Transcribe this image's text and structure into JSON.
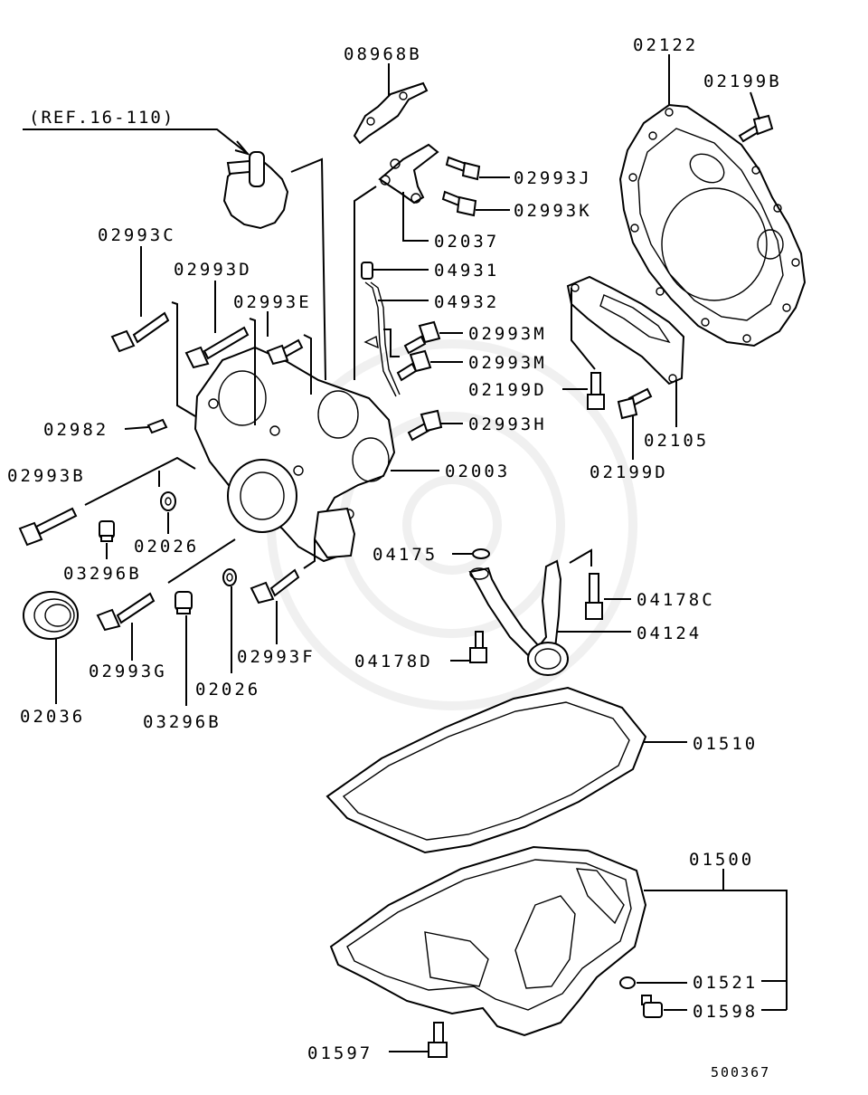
{
  "diagram": {
    "reference_label": "(REF.16-110)",
    "drawing_number": "500367",
    "parts": [
      {
        "id": "p08968B",
        "code": "08968B"
      },
      {
        "id": "p02122",
        "code": "02122"
      },
      {
        "id": "p02199B",
        "code": "02199B"
      },
      {
        "id": "p02993J",
        "code": "02993J"
      },
      {
        "id": "p02993K",
        "code": "02993K"
      },
      {
        "id": "p02037",
        "code": "02037"
      },
      {
        "id": "p02993C",
        "code": "02993C"
      },
      {
        "id": "p02993D",
        "code": "02993D"
      },
      {
        "id": "p04931",
        "code": "04931"
      },
      {
        "id": "p02993E",
        "code": "02993E"
      },
      {
        "id": "p04932",
        "code": "04932"
      },
      {
        "id": "p02993M1",
        "code": "02993M"
      },
      {
        "id": "p02993M2",
        "code": "02993M"
      },
      {
        "id": "p02199D1",
        "code": "02199D"
      },
      {
        "id": "p02982",
        "code": "02982"
      },
      {
        "id": "p02993H",
        "code": "02993H"
      },
      {
        "id": "p02105",
        "code": "02105"
      },
      {
        "id": "p02993B",
        "code": "02993B"
      },
      {
        "id": "p02003",
        "code": "02003"
      },
      {
        "id": "p02199D2",
        "code": "02199D"
      },
      {
        "id": "p02026a",
        "code": "02026"
      },
      {
        "id": "p04175",
        "code": "04175"
      },
      {
        "id": "p03296B1",
        "code": "03296B"
      },
      {
        "id": "p04178C",
        "code": "04178C"
      },
      {
        "id": "p04124",
        "code": "04124"
      },
      {
        "id": "p02993F",
        "code": "02993F"
      },
      {
        "id": "p02993G",
        "code": "02993G"
      },
      {
        "id": "p04178D",
        "code": "04178D"
      },
      {
        "id": "p02026b",
        "code": "02026"
      },
      {
        "id": "p02036",
        "code": "02036"
      },
      {
        "id": "p03296B2",
        "code": "03296B"
      },
      {
        "id": "p01510",
        "code": "01510"
      },
      {
        "id": "p01500",
        "code": "01500"
      },
      {
        "id": "p01521",
        "code": "01521"
      },
      {
        "id": "p01598",
        "code": "01598"
      },
      {
        "id": "p01597",
        "code": "01597"
      }
    ]
  }
}
